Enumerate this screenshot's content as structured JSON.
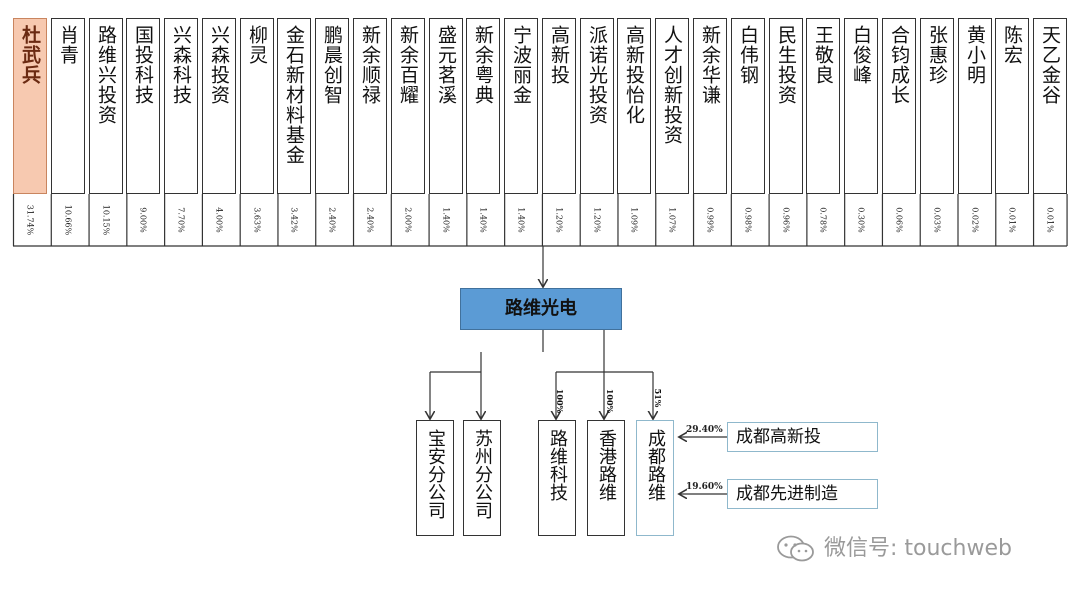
{
  "shareholders": [
    {
      "name": "杜武兵",
      "pct": "31.74%",
      "main": true
    },
    {
      "name": "肖青",
      "pct": "10.66%"
    },
    {
      "name": "路维兴投资",
      "pct": "10.15%"
    },
    {
      "name": "国投科技",
      "pct": "9.00%"
    },
    {
      "name": "兴森科技",
      "pct": "7.70%"
    },
    {
      "name": "兴森投资",
      "pct": "4.00%"
    },
    {
      "name": "柳灵",
      "pct": "3.63%"
    },
    {
      "name": "金石新材料基金",
      "pct": "3.42%"
    },
    {
      "name": "鹏晨创智",
      "pct": "2.40%"
    },
    {
      "name": "新余顺禄",
      "pct": "2.40%"
    },
    {
      "name": "新余百耀",
      "pct": "2.00%"
    },
    {
      "name": "盛元茗溪",
      "pct": "1.40%"
    },
    {
      "name": "新余粤典",
      "pct": "1.40%"
    },
    {
      "name": "宁波丽金",
      "pct": "1.40%"
    },
    {
      "name": "高新投",
      "pct": "1.20%"
    },
    {
      "name": "派诺光投资",
      "pct": "1.20%"
    },
    {
      "name": "高新投怡化",
      "pct": "1.09%"
    },
    {
      "name": "人才创新投资",
      "pct": "1.07%"
    },
    {
      "name": "新余华谦",
      "pct": "0.99%"
    },
    {
      "name": "白伟钢",
      "pct": "0.98%"
    },
    {
      "name": "民生投资",
      "pct": "0.96%"
    },
    {
      "name": "王敬良",
      "pct": "0.78%"
    },
    {
      "name": "白俊峰",
      "pct": "0.30%"
    },
    {
      "name": "合钧成长",
      "pct": "0.06%"
    },
    {
      "name": "张惠珍",
      "pct": "0.03%"
    },
    {
      "name": "黄小明",
      "pct": "0.02%"
    },
    {
      "name": "陈宏",
      "pct": "0.01%"
    },
    {
      "name": "天乙金谷",
      "pct": "0.01%"
    }
  ],
  "company": {
    "name": "路维光电"
  },
  "branches": [
    "宝安分公司",
    "苏州分公司"
  ],
  "subsidiaries": [
    {
      "name": "路维科技",
      "pct": "100%"
    },
    {
      "name": "香港路维",
      "pct": "100%"
    },
    {
      "name": "成都路维",
      "pct": "51%"
    }
  ],
  "external_holders": [
    {
      "name": "成都高新投",
      "pct": "29.40%"
    },
    {
      "name": "成都先进制造",
      "pct": "19.60%"
    }
  ],
  "watermark": {
    "text": "微信号: touchweb",
    "icon": "wechat-icon"
  },
  "colors": {
    "main_shareholder": "#f7c9b0",
    "company": "#5b9bd5",
    "highlight_border": "#8fb8cc"
  }
}
